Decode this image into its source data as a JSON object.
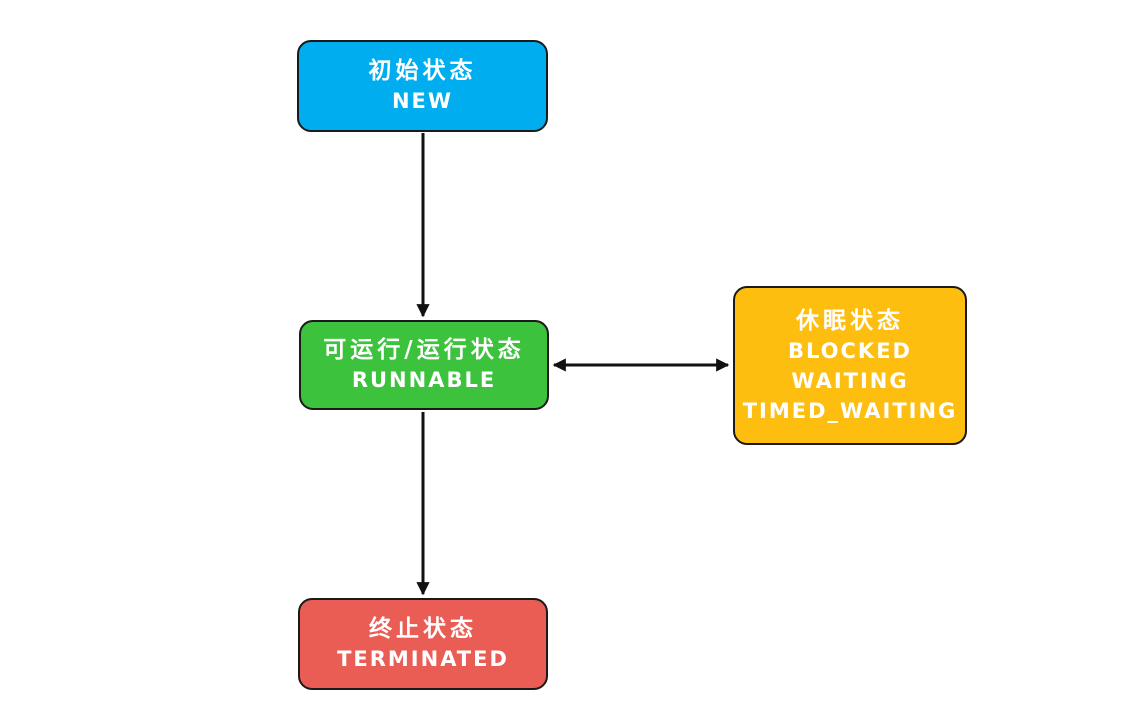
{
  "diagram": {
    "type": "flowchart",
    "subject": "thread-state-lifecycle",
    "background": "#ffffff",
    "border_color": "#1a1a1a",
    "edge_color": "#111111",
    "text_color": "#ffffff",
    "nodes": {
      "new": {
        "lines": [
          "初始状态",
          "NEW"
        ],
        "color": "#00AEEF"
      },
      "runnable": {
        "lines": [
          "可运行/运行状态",
          "RUNNABLE"
        ],
        "color": "#3CC23C"
      },
      "sleep": {
        "lines": [
          "休眠状态",
          "BLOCKED",
          "WAITING",
          "TIMED_WAITING"
        ],
        "color": "#FDBE10"
      },
      "terminated": {
        "lines": [
          "终止状态",
          "TERMINATED"
        ],
        "color": "#EA5D55"
      }
    },
    "edges": [
      {
        "from": "new",
        "to": "runnable",
        "direction": "one-way"
      },
      {
        "from": "runnable",
        "to": "sleep",
        "direction": "two-way"
      },
      {
        "from": "runnable",
        "to": "terminated",
        "direction": "one-way"
      }
    ]
  }
}
